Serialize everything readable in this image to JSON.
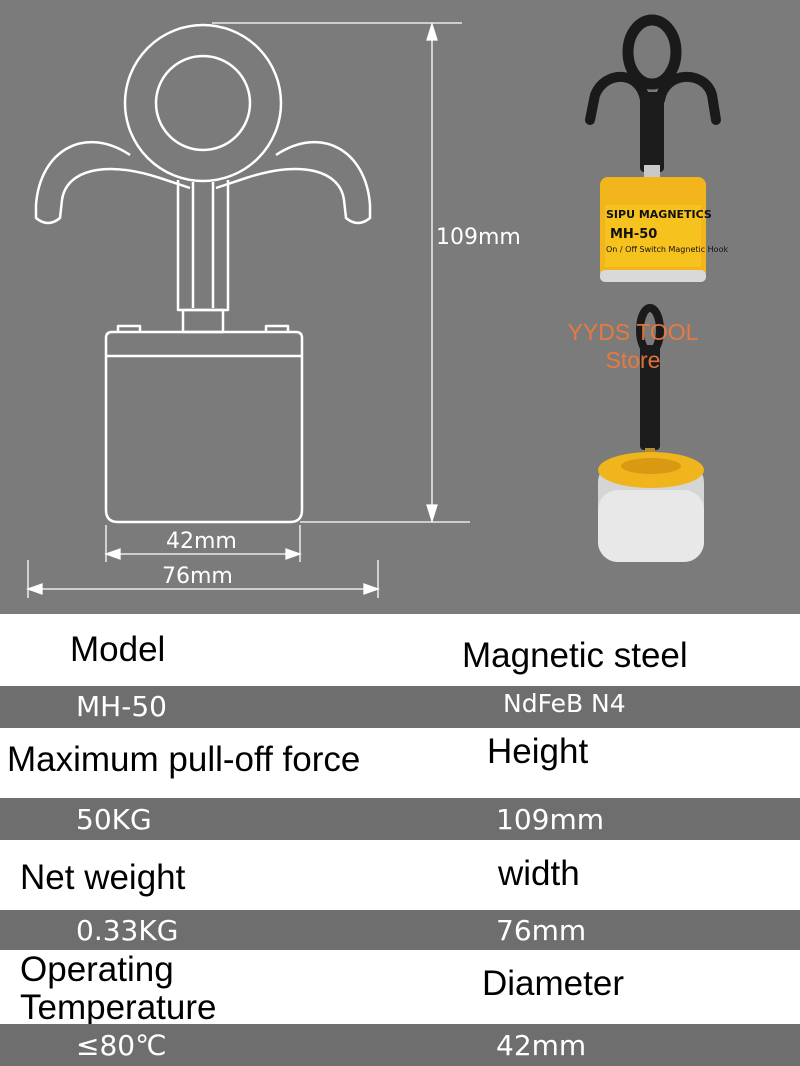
{
  "diagram": {
    "height_label": "109mm",
    "inner_width_label": "42mm",
    "outer_width_label": "76mm"
  },
  "product": {
    "brand": "SIPU MAGNETICS",
    "model_text": "MH-50",
    "subtitle": "On / Off Switch Magnetic Hook"
  },
  "watermark": {
    "line1": "YYDS TOOL",
    "line2": "Store"
  },
  "specs": {
    "model_label": "Model",
    "model_value": "MH-50",
    "steel_label": "Magnetic steel",
    "steel_value": "NdFeB N4",
    "force_label": "Maximum pull-off force",
    "force_value": "50KG",
    "height_label": "Height",
    "height_value": "109mm",
    "weight_label": "Net weight",
    "weight_value": "0.33KG",
    "width_label": "width",
    "width_value": "76mm",
    "temp_label_line1": "Operating",
    "temp_label_line2": "Temperature",
    "temp_value": "≤80℃",
    "diameter_label": "Diameter",
    "diameter_value": "42mm"
  },
  "colors": {
    "background_gray": "#7b7b7b",
    "value_row_gray": "#6e6e6e",
    "magnet_yellow": "#f2b51c",
    "watermark_orange": "#f07a3c"
  }
}
